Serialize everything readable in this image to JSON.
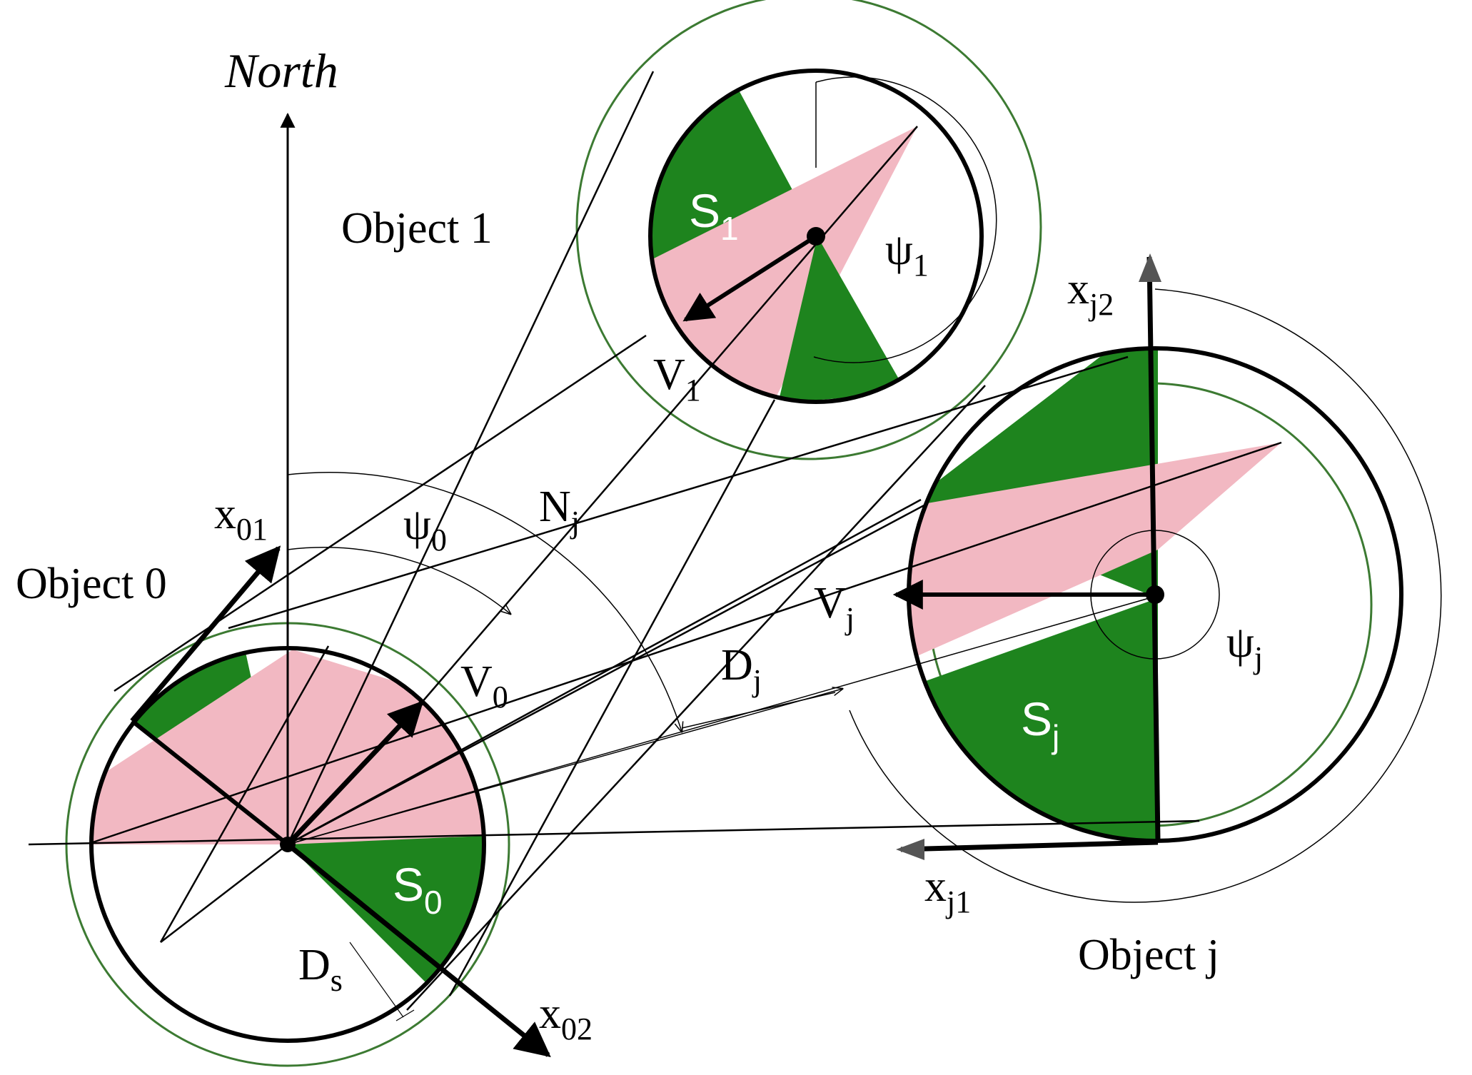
{
  "colors": {
    "sector_green": "#1e841e",
    "sector_pink": "#f2b8c2",
    "safety_ring": "#3c7a32",
    "line": "#000000",
    "axis_arrow_grey": "#555555"
  },
  "labels": {
    "north": "North",
    "object0": "Object 0",
    "object1": "Object 1",
    "objectj": "Object j",
    "s0": {
      "main": "S",
      "sub": "0"
    },
    "s1": {
      "main": "S",
      "sub": "1"
    },
    "sj": {
      "main": "S",
      "sub": "j"
    },
    "v0": {
      "main": "V",
      "sub": "0"
    },
    "v1": {
      "main": "V",
      "sub": "1"
    },
    "vj": {
      "main": "V",
      "sub": "j"
    },
    "psi0": {
      "main": "ψ",
      "sub": "0"
    },
    "psi1": {
      "main": "ψ",
      "sub": "1"
    },
    "psij": {
      "main": "ψ",
      "sub": "j"
    },
    "nj": {
      "main": "N",
      "sub": "j"
    },
    "dj": {
      "main": "D",
      "sub": "j"
    },
    "ds": {
      "main": "D",
      "sub": "s"
    },
    "x01": {
      "main": "x",
      "sub": "01"
    },
    "x02": {
      "main": "x",
      "sub": "02"
    },
    "xj1": {
      "main": "x",
      "sub": "j1"
    },
    "xj2": {
      "main": "x",
      "sub": "j2"
    }
  }
}
